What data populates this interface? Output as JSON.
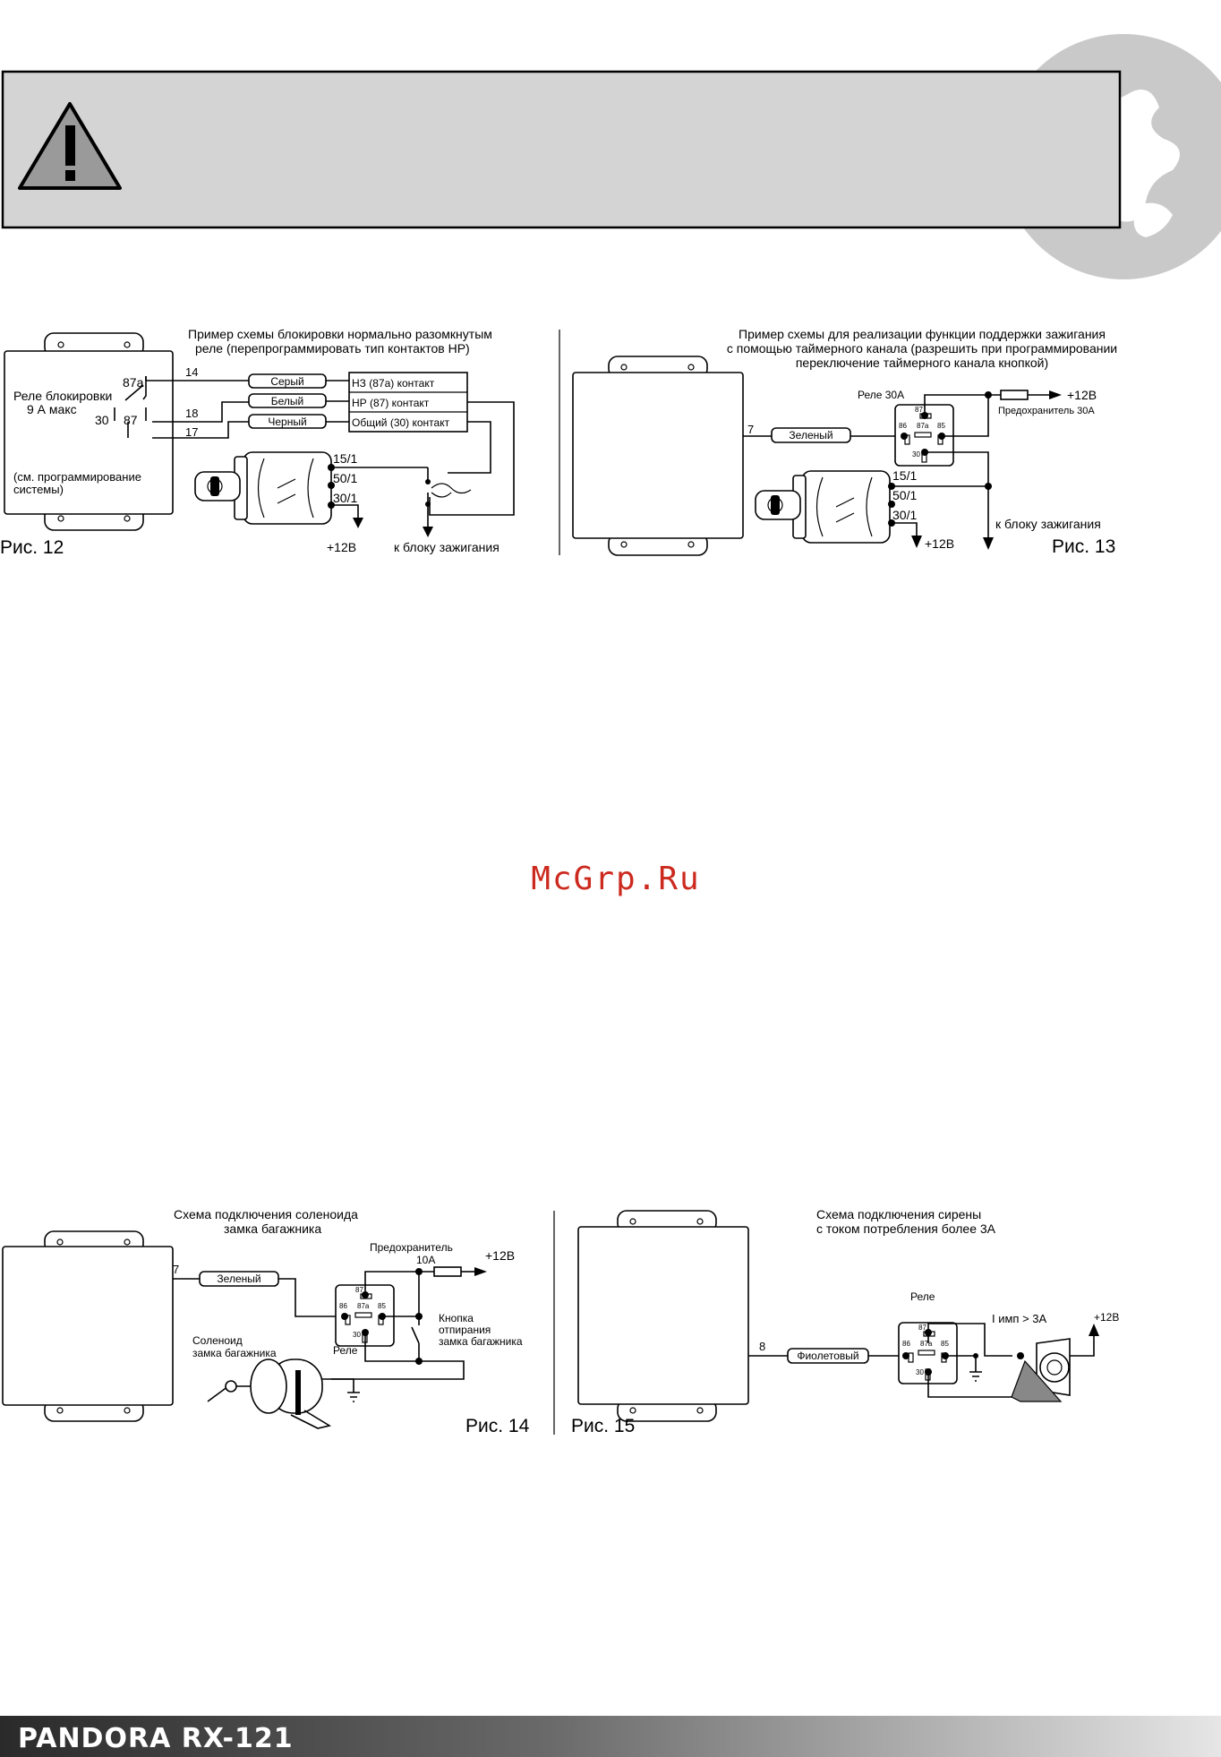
{
  "brand": "PANDORA RX-121",
  "watermark": "McGrp.Ru",
  "fig12": {
    "caption": "Рис. 12",
    "title_line1": "Пример схемы блокировки нормально разомкнутым",
    "title_line2": "реле (перепрограммировать тип контактов НР)",
    "relay_label_1": "Реле блокировки",
    "relay_label_2": "9 А макс",
    "note_1": "(см. программирование",
    "note_2": "системы)",
    "pin_87a": "87a",
    "pin_30": "30",
    "pin_87": "87",
    "wire_14": "14",
    "wire_18": "18",
    "wire_17": "17",
    "wire_gray": "Серый",
    "wire_white": "Белый",
    "wire_black": "Черный",
    "contact_nc": "НЗ (87а) контакт",
    "contact_no": "НР (87) контакт",
    "contact_common": "Общий (30) контакт",
    "ign_15": "15/1",
    "ign_50": "50/1",
    "ign_30": "30/1",
    "plus12": "+12В",
    "to_ignition": "к блоку зажигания"
  },
  "fig13": {
    "caption": "Рис. 13",
    "title_line1": "Пример схемы для реализации функции поддержки зажигания",
    "title_line2": "с помощью таймерного канала (разрешить при программировании",
    "title_line3": "переключение таймерного канала кнопкой)",
    "relay_label": "Реле 30А",
    "fuse_label": "Предохранитель 30А",
    "plus12_top": "+12В",
    "wire_7": "7",
    "wire_green": "Зеленый",
    "pin_87": "87",
    "pin_87a": "87a",
    "pin_86": "86",
    "pin_85": "85",
    "pin_30": "30",
    "ign_15": "15/1",
    "ign_50": "50/1",
    "ign_30": "30/1",
    "plus12": "+12В",
    "to_ignition": "к блоку зажигания"
  },
  "fig14": {
    "caption": "Рис. 14",
    "title_line1": "Схема подключения соленоида",
    "title_line2": "замка багажника",
    "wire_7": "7",
    "wire_green": "Зеленый",
    "fuse_label_1": "Предохранитель",
    "fuse_label_2": "10А",
    "plus12": "+12В",
    "relay_label": "Реле",
    "button_1": "Кнопка",
    "button_2": "отпирания",
    "button_3": "замка багажника",
    "solenoid_1": "Соленоид",
    "solenoid_2": "замка багажника",
    "pin_87": "87",
    "pin_87a": "87a",
    "pin_86": "86",
    "pin_85": "85",
    "pin_30": "30"
  },
  "fig15": {
    "caption": "Рис. 15",
    "title_line1": "Схема подключения сирены",
    "title_line2": "с током потребления более 3А",
    "relay_label": "Реле",
    "current_label": "I имп > 3А",
    "plus12": "+12В",
    "wire_8": "8",
    "wire_violet": "Фиолетовый",
    "pin_87": "87",
    "pin_87a": "87a",
    "pin_86": "86",
    "pin_85": "85",
    "pin_30": "30"
  }
}
